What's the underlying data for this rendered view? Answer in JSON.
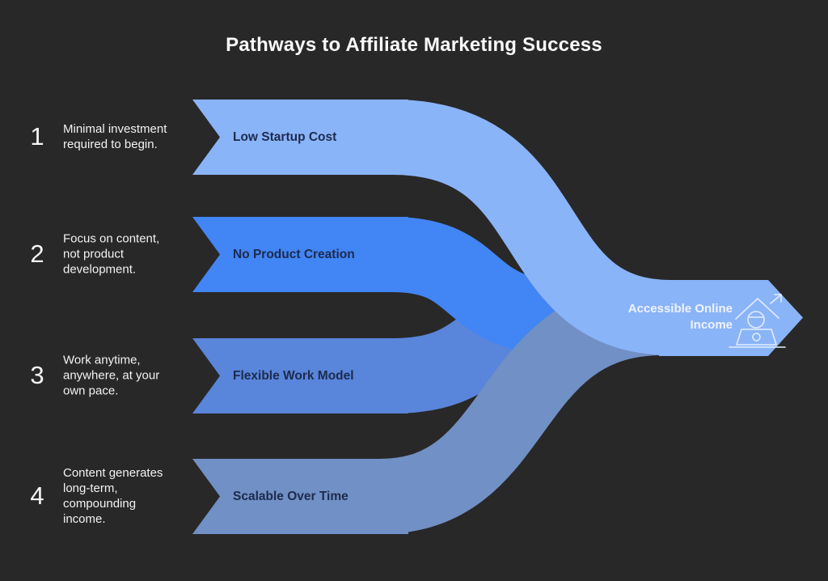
{
  "title": "Pathways to Affiliate Marketing Success",
  "items": [
    {
      "number": "1",
      "description": "Minimal investment\nrequired to begin.",
      "ribbon_label": "Low Startup Cost",
      "ribbon_color": "#8ab4f8"
    },
    {
      "number": "2",
      "description": "Focus on content,\nnot product\ndevelopment.",
      "ribbon_label": "No Product Creation",
      "ribbon_color": "#4285f4"
    },
    {
      "number": "3",
      "description": "Work anytime,\nanywhere, at your\nown pace.",
      "ribbon_label": "Flexible Work Model",
      "ribbon_color": "#5985db"
    },
    {
      "number": "4",
      "description": "Content generates\nlong-term,\ncompounding\nincome.",
      "ribbon_label": "Scalable Over Time",
      "ribbon_color": "#7190c5"
    }
  ],
  "result": {
    "label": "Accessible Online\nIncome",
    "icon": "work-from-home-icon",
    "ribbon_color": "#8ab4f8",
    "text_color": "#eef3ff"
  },
  "colors": {
    "background": "#282828",
    "title_text": "#fafafa",
    "item_text": "#f2f2f2",
    "ribbon_label_text": "#1d2b4d"
  }
}
